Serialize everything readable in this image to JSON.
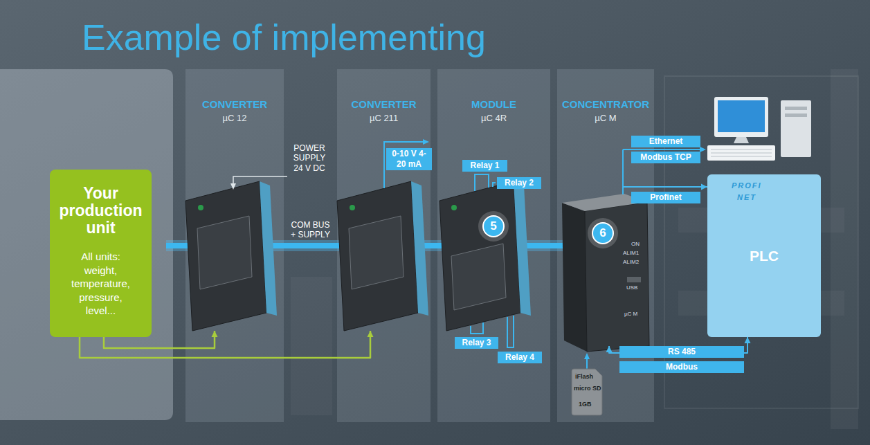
{
  "diagram": {
    "title": "Example of implementing",
    "nodes": [
      {
        "text": [
          "Your production unit",
          "All units: weight, temperature, pressure, level..."
        ]
      },
      {
        "text": [
          "CONVERTER",
          "µC 12"
        ]
      },
      {
        "text": [
          "CONVERTER",
          "µC 211"
        ]
      },
      {
        "text": [
          "MODULE",
          "µC 4R"
        ]
      },
      {
        "text": [
          "CONCENTRATOR",
          "µC M"
        ]
      },
      {
        "text": [
          "PLC"
        ]
      }
    ],
    "edges": [
      {
        "from": 0,
        "to": 1,
        "arrow": "to"
      },
      {
        "from": 0,
        "to": 2,
        "arrow": "to"
      },
      {
        "from": 1,
        "to": 2,
        "arrow": "none",
        "label": "COM BUS + SUPPLY"
      },
      {
        "from": 2,
        "to": 3,
        "arrow": "none"
      },
      {
        "from": 3,
        "to": 4,
        "arrow": "none"
      },
      {
        "from": 4,
        "to": 5,
        "arrow": "to",
        "label": "Profinet"
      },
      {
        "from": 4,
        "to": 5,
        "arrow": "both",
        "label": "RS 485"
      }
    ],
    "labels": [
      "POWER SUPPLY 24 V DC",
      "0-10 V 4-20 mA",
      "Relay 1",
      "Relay 2",
      "5",
      "Relay 3",
      "Relay 4",
      "6",
      "ON",
      "ALIM1",
      "ALIM2",
      "USB",
      "µC M",
      "Ethernet",
      "Modbus TCP",
      "PROFI",
      "NET",
      "Modbus",
      "iFlash",
      "micro SD",
      "1GB"
    ]
  }
}
